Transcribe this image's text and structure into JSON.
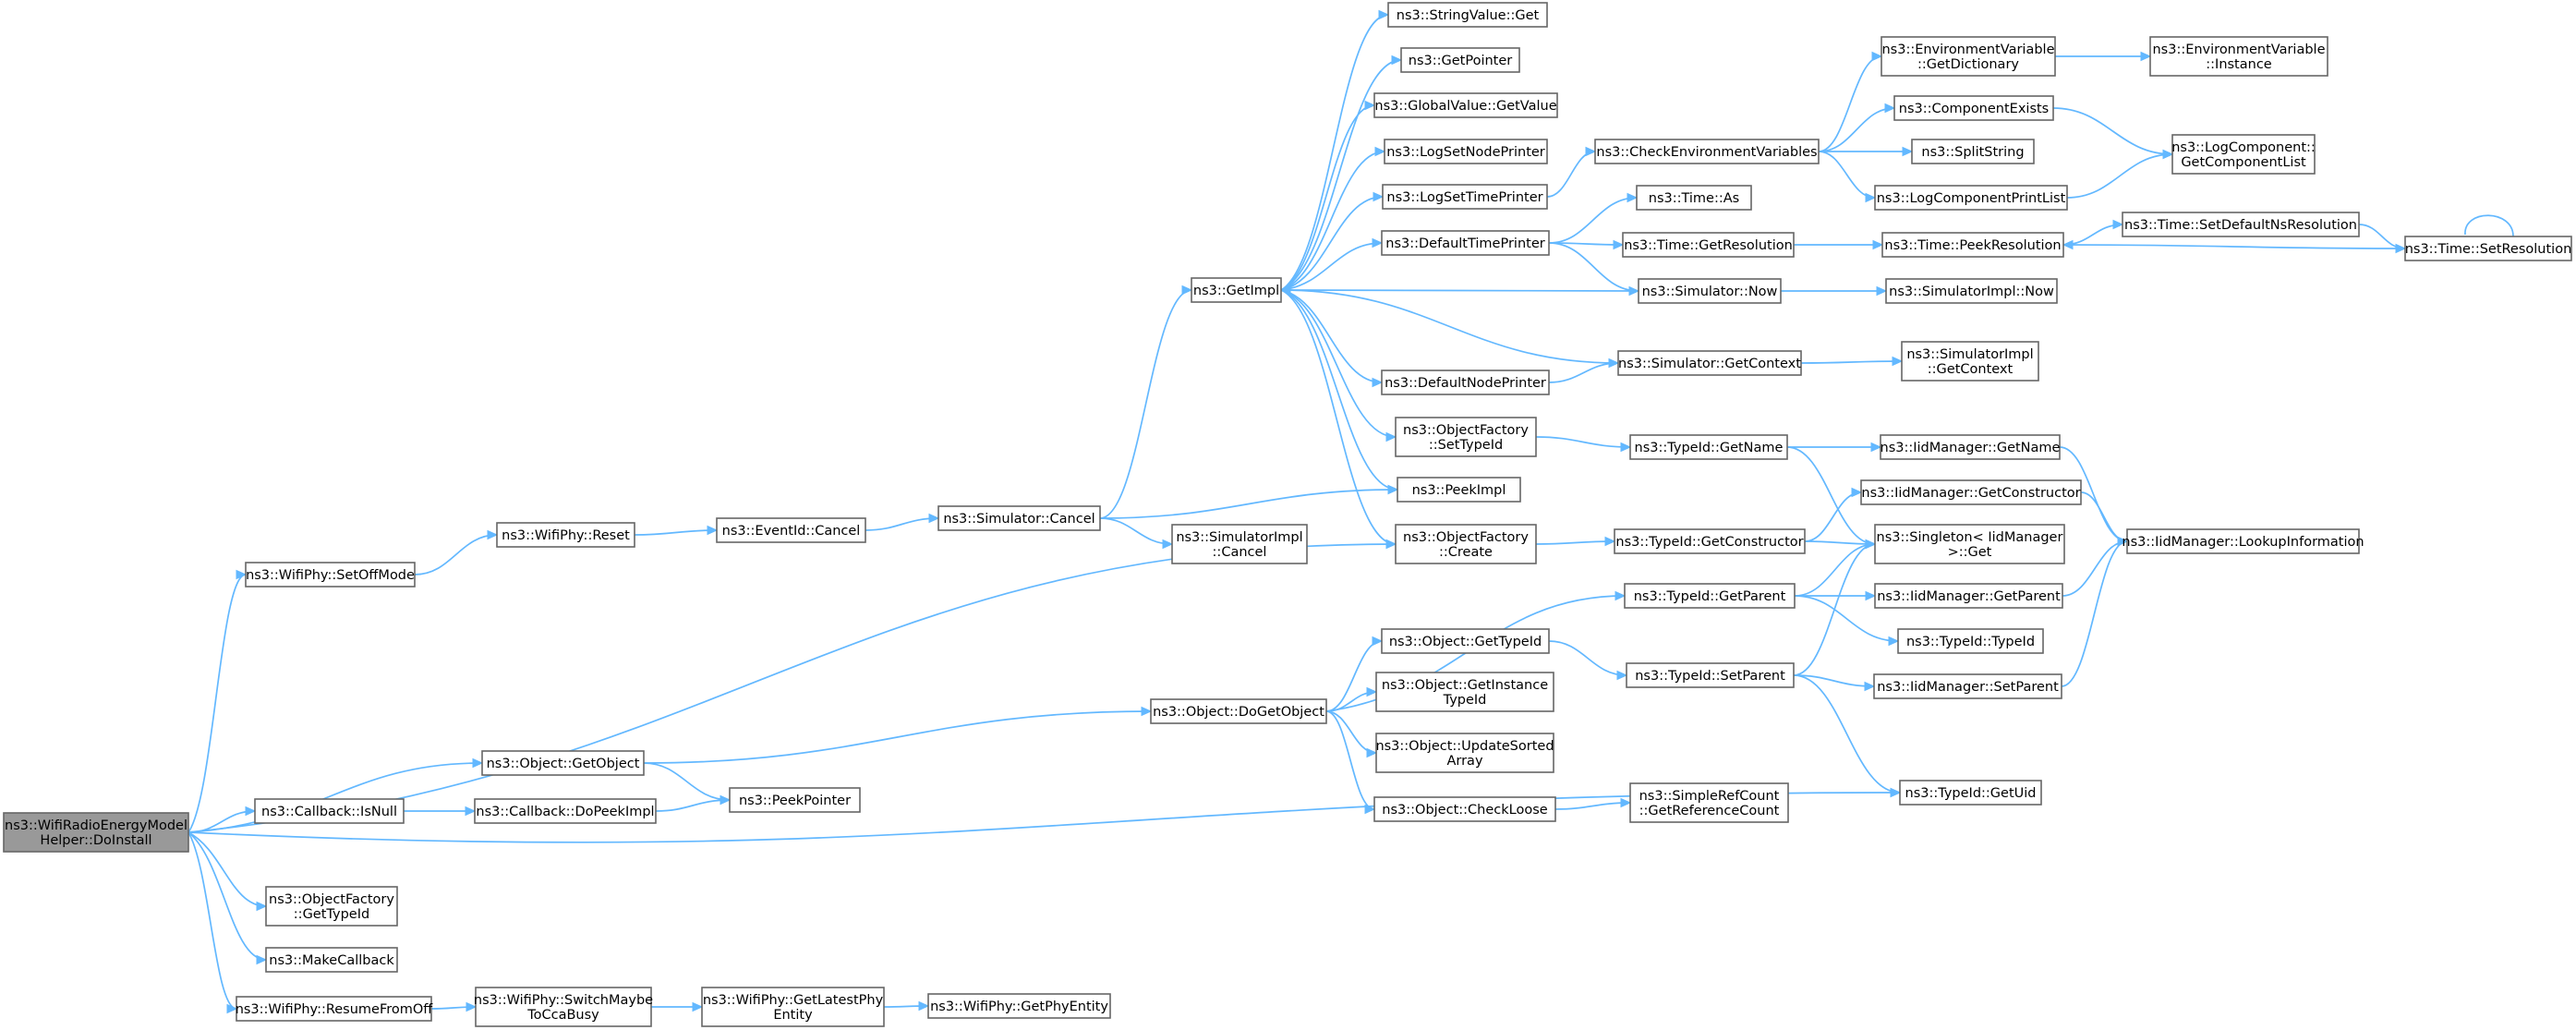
{
  "diagram": {
    "nodes": [
      {
        "id": "root",
        "lines": [
          "ns3::WifiRadioEnergyModel",
          "Helper::DoInstall"
        ]
      },
      {
        "id": "wifiphy_setoffmode",
        "lines": [
          "ns3::WifiPhy::SetOffMode"
        ]
      },
      {
        "id": "wifiphy_reset",
        "lines": [
          "ns3::WifiPhy::Reset"
        ]
      },
      {
        "id": "eventid_cancel",
        "lines": [
          "ns3::EventId::Cancel"
        ]
      },
      {
        "id": "simulator_cancel",
        "lines": [
          "ns3::Simulator::Cancel"
        ]
      },
      {
        "id": "simulatorimpl_cancel",
        "lines": [
          "ns3::SimulatorImpl",
          "::Cancel"
        ]
      },
      {
        "id": "getimpl",
        "lines": [
          "ns3::GetImpl"
        ]
      },
      {
        "id": "stringvalue_get",
        "lines": [
          "ns3::StringValue::Get"
        ]
      },
      {
        "id": "getpointer",
        "lines": [
          "ns3::GetPointer"
        ]
      },
      {
        "id": "globalvalue_getvalue",
        "lines": [
          "ns3::GlobalValue::GetValue"
        ]
      },
      {
        "id": "logsetnodeprinter",
        "lines": [
          "ns3::LogSetNodePrinter"
        ]
      },
      {
        "id": "logsettimeprinter",
        "lines": [
          "ns3::LogSetTimePrinter"
        ]
      },
      {
        "id": "defaulttimeprinter",
        "lines": [
          "ns3::DefaultTimePrinter"
        ]
      },
      {
        "id": "defaultnodeprinter",
        "lines": [
          "ns3::DefaultNodePrinter"
        ]
      },
      {
        "id": "objectfactory_settypeid",
        "lines": [
          "ns3::ObjectFactory",
          "::SetTypeId"
        ]
      },
      {
        "id": "peekimpl",
        "lines": [
          "ns3::PeekImpl"
        ]
      },
      {
        "id": "objectfactory_create",
        "lines": [
          "ns3::ObjectFactory",
          "::Create"
        ]
      },
      {
        "id": "checkenvvars",
        "lines": [
          "ns3::CheckEnvironmentVariables"
        ]
      },
      {
        "id": "envvar_getdictionary",
        "lines": [
          "ns3::EnvironmentVariable",
          "::GetDictionary"
        ]
      },
      {
        "id": "envvar_instance",
        "lines": [
          "ns3::EnvironmentVariable",
          "::Instance"
        ]
      },
      {
        "id": "componentexists",
        "lines": [
          "ns3::ComponentExists"
        ]
      },
      {
        "id": "splitstring",
        "lines": [
          "ns3::SplitString"
        ]
      },
      {
        "id": "logcomponentprintlist",
        "lines": [
          "ns3::LogComponentPrintList"
        ]
      },
      {
        "id": "logcomponent_getcomponentlist",
        "lines": [
          "ns3::LogComponent::",
          "GetComponentList"
        ]
      },
      {
        "id": "time_as",
        "lines": [
          "ns3::Time::As"
        ]
      },
      {
        "id": "time_getresolution",
        "lines": [
          "ns3::Time::GetResolution"
        ]
      },
      {
        "id": "time_peekresolution",
        "lines": [
          "ns3::Time::PeekResolution"
        ]
      },
      {
        "id": "time_setdefaultnsresolution",
        "lines": [
          "ns3::Time::SetDefaultNsResolution"
        ]
      },
      {
        "id": "time_setresolution",
        "lines": [
          "ns3::Time::SetResolution"
        ]
      },
      {
        "id": "simulator_now",
        "lines": [
          "ns3::Simulator::Now"
        ]
      },
      {
        "id": "simulatorimpl_now",
        "lines": [
          "ns3::SimulatorImpl::Now"
        ]
      },
      {
        "id": "simulator_getcontext",
        "lines": [
          "ns3::Simulator::GetContext"
        ]
      },
      {
        "id": "simulatorimpl_getcontext",
        "lines": [
          "ns3::SimulatorImpl",
          "::GetContext"
        ]
      },
      {
        "id": "typeid_getname",
        "lines": [
          "ns3::TypeId::GetName"
        ]
      },
      {
        "id": "iidmanager_getname",
        "lines": [
          "ns3::IidManager::GetName"
        ]
      },
      {
        "id": "iidmanager_getconstructor",
        "lines": [
          "ns3::IidManager::GetConstructor"
        ]
      },
      {
        "id": "typeid_getconstructor",
        "lines": [
          "ns3::TypeId::GetConstructor"
        ]
      },
      {
        "id": "singleton_get",
        "lines": [
          "ns3::Singleton< IidManager",
          ">::Get"
        ]
      },
      {
        "id": "iidmanager_lookupinformation",
        "lines": [
          "ns3::IidManager::LookupInformation"
        ]
      },
      {
        "id": "typeid_getparent",
        "lines": [
          "ns3::TypeId::GetParent"
        ]
      },
      {
        "id": "iidmanager_getparent",
        "lines": [
          "ns3::IidManager::GetParent"
        ]
      },
      {
        "id": "typeid_typeid",
        "lines": [
          "ns3::TypeId::TypeId"
        ]
      },
      {
        "id": "object_gettypeid",
        "lines": [
          "ns3::Object::GetTypeId"
        ]
      },
      {
        "id": "typeid_setparent",
        "lines": [
          "ns3::TypeId::SetParent"
        ]
      },
      {
        "id": "iidmanager_setparent",
        "lines": [
          "ns3::IidManager::SetParent"
        ]
      },
      {
        "id": "object_getinstancetypeid",
        "lines": [
          "ns3::Object::GetInstance",
          "TypeId"
        ]
      },
      {
        "id": "object_updatesortedarray",
        "lines": [
          "ns3::Object::UpdateSorted",
          "Array"
        ]
      },
      {
        "id": "object_checkloose",
        "lines": [
          "ns3::Object::CheckLoose"
        ]
      },
      {
        "id": "simplerefcount_getreferencecount",
        "lines": [
          "ns3::SimpleRefCount",
          "::GetReferenceCount"
        ]
      },
      {
        "id": "object_dogetobject",
        "lines": [
          "ns3::Object::DoGetObject"
        ]
      },
      {
        "id": "typeid_getuid",
        "lines": [
          "ns3::TypeId::GetUid"
        ]
      },
      {
        "id": "object_getobject",
        "lines": [
          "ns3::Object::GetObject"
        ]
      },
      {
        "id": "callback_isnull",
        "lines": [
          "ns3::Callback::IsNull"
        ]
      },
      {
        "id": "callback_dopeekimpl",
        "lines": [
          "ns3::Callback::DoPeekImpl"
        ]
      },
      {
        "id": "peekpointer",
        "lines": [
          "ns3::PeekPointer"
        ]
      },
      {
        "id": "objectfactory_gettypeid",
        "lines": [
          "ns3::ObjectFactory",
          "::GetTypeId"
        ]
      },
      {
        "id": "makecallback",
        "lines": [
          "ns3::MakeCallback"
        ]
      },
      {
        "id": "wifiphy_resumefromoff",
        "lines": [
          "ns3::WifiPhy::ResumeFromOff"
        ]
      },
      {
        "id": "wifiphy_switchmaybetoccabusy",
        "lines": [
          "ns3::WifiPhy::SwitchMaybe",
          "ToCcaBusy"
        ]
      },
      {
        "id": "wifiphy_getlatestphyentity",
        "lines": [
          "ns3::WifiPhy::GetLatestPhy",
          "Entity"
        ]
      },
      {
        "id": "wifiphy_getphyentity",
        "lines": [
          "ns3::WifiPhy::GetPhyEntity"
        ]
      }
    ],
    "colors": {
      "edge": "#63b8ff",
      "root_fill": "#999999",
      "box_stroke": "#666666"
    }
  }
}
